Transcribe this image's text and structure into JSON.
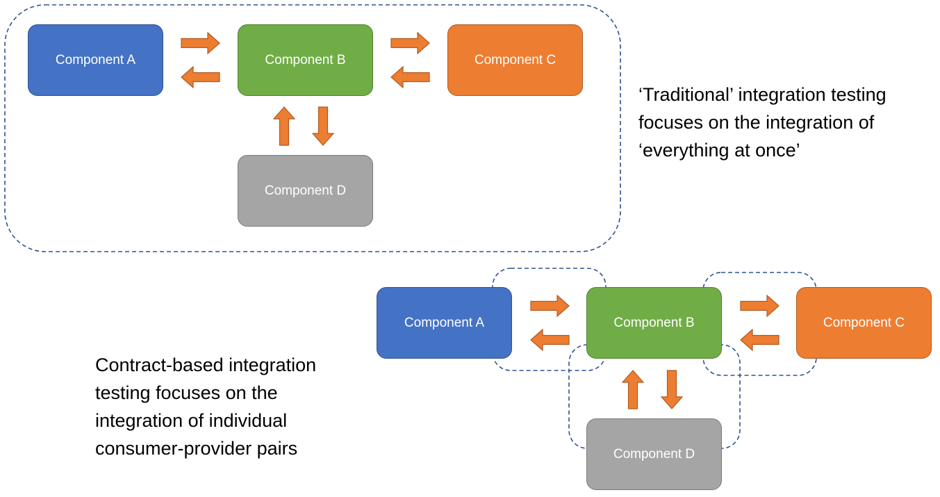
{
  "components": {
    "a": "Component A",
    "b": "Component B",
    "c": "Component C",
    "d": "Component D"
  },
  "captions": {
    "traditional": [
      "‘Traditional’ integration testing",
      "focuses on the integration of",
      "‘everything at once’"
    ],
    "contract": [
      "Contract-based integration",
      "testing focuses on the",
      "integration of individual",
      "consumer-provider pairs"
    ]
  },
  "colors": {
    "component_a": "#4472c4",
    "component_b": "#70ad47",
    "component_c": "#ed7d31",
    "component_d": "#a5a5a5",
    "arrow": "#ed7d31",
    "dashed_border": "#2f528f"
  }
}
